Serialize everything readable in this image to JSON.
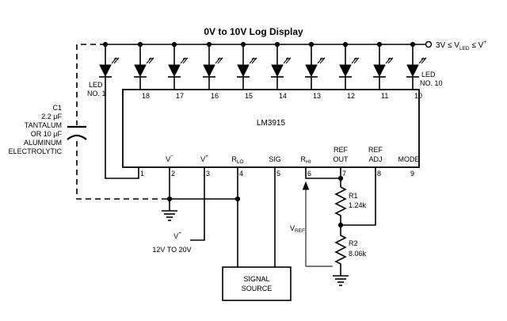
{
  "title": "0V to 10V Log Display",
  "supply_label": {
    "main": "3V ≤ V",
    "sub": "LED",
    "tail": " ≤ V",
    "sup": "+"
  },
  "chip": {
    "name": "LM3915"
  },
  "led_labels": {
    "first": [
      "LED",
      "NO. 1"
    ],
    "last": [
      "LED",
      "NO. 10"
    ]
  },
  "led_pins": [
    "18",
    "17",
    "16",
    "15",
    "14",
    "13",
    "12",
    "11",
    "10"
  ],
  "bottom_pins": [
    {
      "num": "1",
      "name": ""
    },
    {
      "num": "2",
      "name": "V",
      "sup": "−"
    },
    {
      "num": "3",
      "name": "V",
      "sup": "+"
    },
    {
      "num": "4",
      "name": "R",
      "sub": "LO"
    },
    {
      "num": "5",
      "name": "SIG"
    },
    {
      "num": "6",
      "name": "R",
      "sub": "HI"
    },
    {
      "num": "7",
      "name": [
        "REF",
        "OUT"
      ]
    },
    {
      "num": "8",
      "name": [
        "REF",
        "ADJ"
      ]
    },
    {
      "num": "9",
      "name": "MODE"
    }
  ],
  "capacitor": {
    "lines": [
      "C1",
      "2.2 μF",
      "TANTALUM",
      "OR 10 μF",
      "ALUMINUM",
      "ELECTROLYTIC"
    ]
  },
  "supply_input": {
    "lines": [
      "V",
      "12V TO 20V"
    ],
    "sup": "+"
  },
  "signal_source": {
    "lines": [
      "SIGNAL",
      "SOURCE"
    ]
  },
  "vref": {
    "main": "V",
    "sub": "REF"
  },
  "r1": {
    "name": "R1",
    "value": "1.24k"
  },
  "r2": {
    "name": "R2",
    "value": "8.06k"
  }
}
